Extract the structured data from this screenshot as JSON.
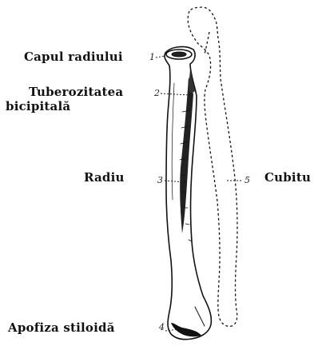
{
  "labels": {
    "capul_radiului": "Capul radiului",
    "tuberozitatea_line1": "Tuberozitatea",
    "tuberozitatea_line2": "bicipitală",
    "radiu": "Radiu",
    "cubitu": "Cubitu",
    "apofiza_stiloida": "Apofiza stiloidă"
  },
  "numbers": {
    "n1": "1",
    "n2": "2",
    "n3": "3",
    "n4": "4",
    "n5": "5"
  },
  "colors": {
    "ink": "#111111",
    "paper": "#ffffff"
  }
}
